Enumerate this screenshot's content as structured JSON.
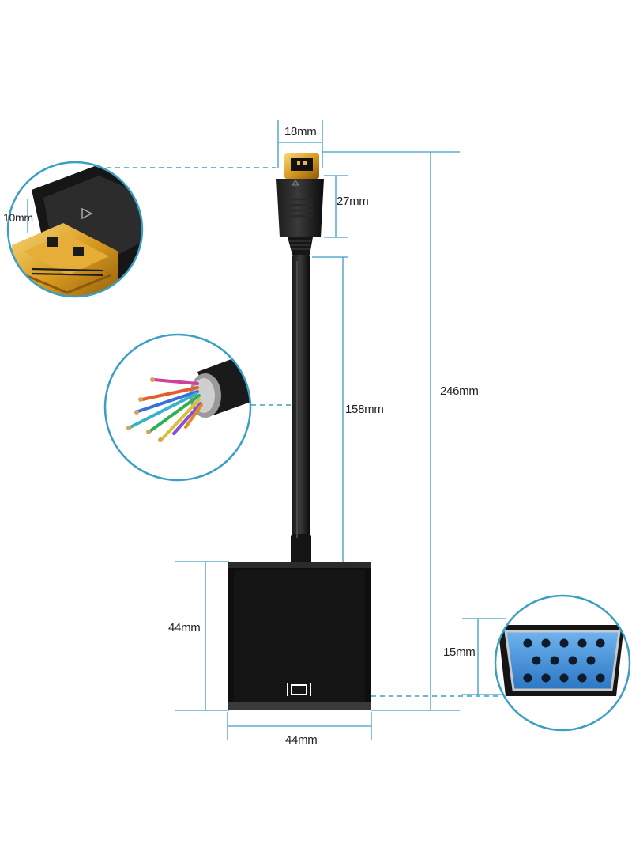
{
  "dimensions": {
    "hdmi_plug_width": "18mm",
    "hdmi_plug_length": "27mm",
    "hdmi_tip_height": "10mm",
    "cable_length": "158mm",
    "total_length": "246mm",
    "adapter_height": "44mm",
    "adapter_width": "44mm",
    "vga_port_height": "15mm"
  },
  "colors": {
    "dimension_line": "#3a9fc4",
    "body_black": "#101010",
    "gold": "#e0a52a",
    "vga_blue": "#3f8fd6"
  }
}
